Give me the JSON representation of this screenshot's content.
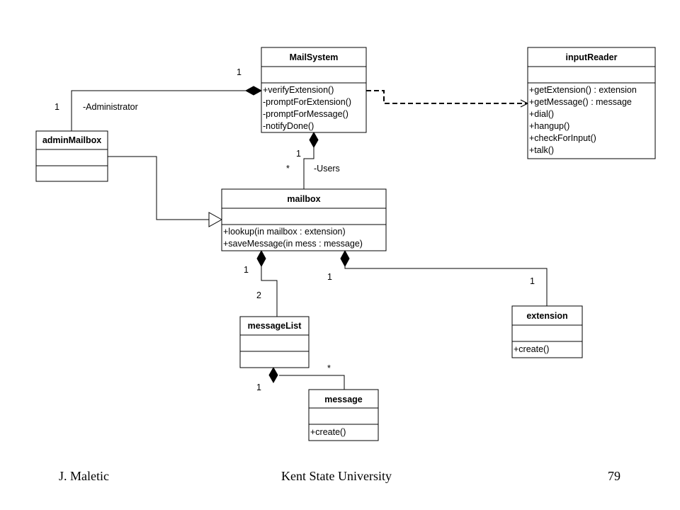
{
  "classes": {
    "mailsystem": {
      "name": "MailSystem",
      "attributes": [],
      "operations": [
        "+verifyExtension()",
        "-promptForExtension()",
        "-promptForMessage()",
        "-notifyDone()"
      ]
    },
    "inputreader": {
      "name": "inputReader",
      "attributes": [],
      "operations": [
        "+getExtension() : extension",
        "+getMessage() : message",
        "+dial()",
        "+hangup()",
        "+checkForInput()",
        "+talk()"
      ]
    },
    "adminmailbox": {
      "name": "adminMailbox",
      "attributes": [],
      "operations": []
    },
    "mailbox": {
      "name": "mailbox",
      "attributes": [],
      "operations": [
        "+lookup(in mailbox : extension)",
        "+saveMessage(in mess : message)"
      ]
    },
    "messagelist": {
      "name": "messageList",
      "attributes": [],
      "operations": []
    },
    "extension": {
      "name": "extension",
      "attributes": [],
      "operations": [
        "+create()"
      ]
    },
    "message": {
      "name": "message",
      "attributes": [],
      "operations": [
        "+create()"
      ]
    }
  },
  "labels": {
    "admin_mult_system": "1",
    "admin_mult_admin": "1",
    "admin_role": "-Administrator",
    "users_mult_system": "1",
    "users_mult_mailbox": "*",
    "users_role": "-Users",
    "msglist_mult_mailbox": "1",
    "msglist_mult_list": "2",
    "ext_mult_mailbox": "1",
    "ext_mult_ext": "1",
    "msg_mult_list": "1",
    "msg_mult_msg": "*"
  },
  "footer": {
    "left": "J. Maletic",
    "center": "Kent State University",
    "right": "79"
  }
}
